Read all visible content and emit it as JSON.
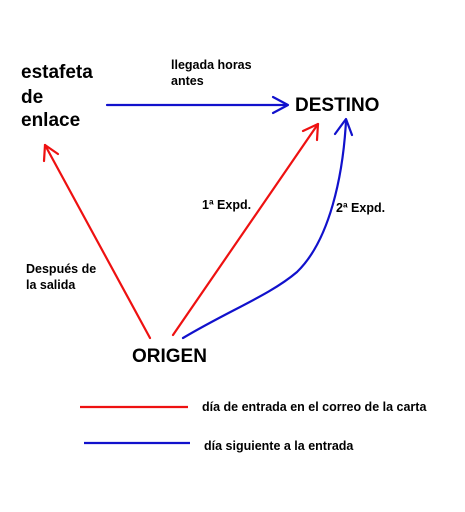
{
  "colors": {
    "red": "#ee1111",
    "blue": "#1111cc",
    "text": "#000000",
    "background": "#ffffff"
  },
  "nodes": {
    "estafeta": [
      "estafeta",
      "de",
      "enlace"
    ],
    "destino": "DESTINO",
    "origen": "ORIGEN"
  },
  "labels": {
    "llegada": [
      "llegada horas",
      "antes"
    ],
    "despues": [
      "Después de",
      "la salida"
    ],
    "expd1": "1ª Expd.",
    "expd2": "2ª Expd."
  },
  "legend": {
    "red": "día de entrada en el correo de la carta",
    "blue": "día siguiente a la entrada"
  }
}
